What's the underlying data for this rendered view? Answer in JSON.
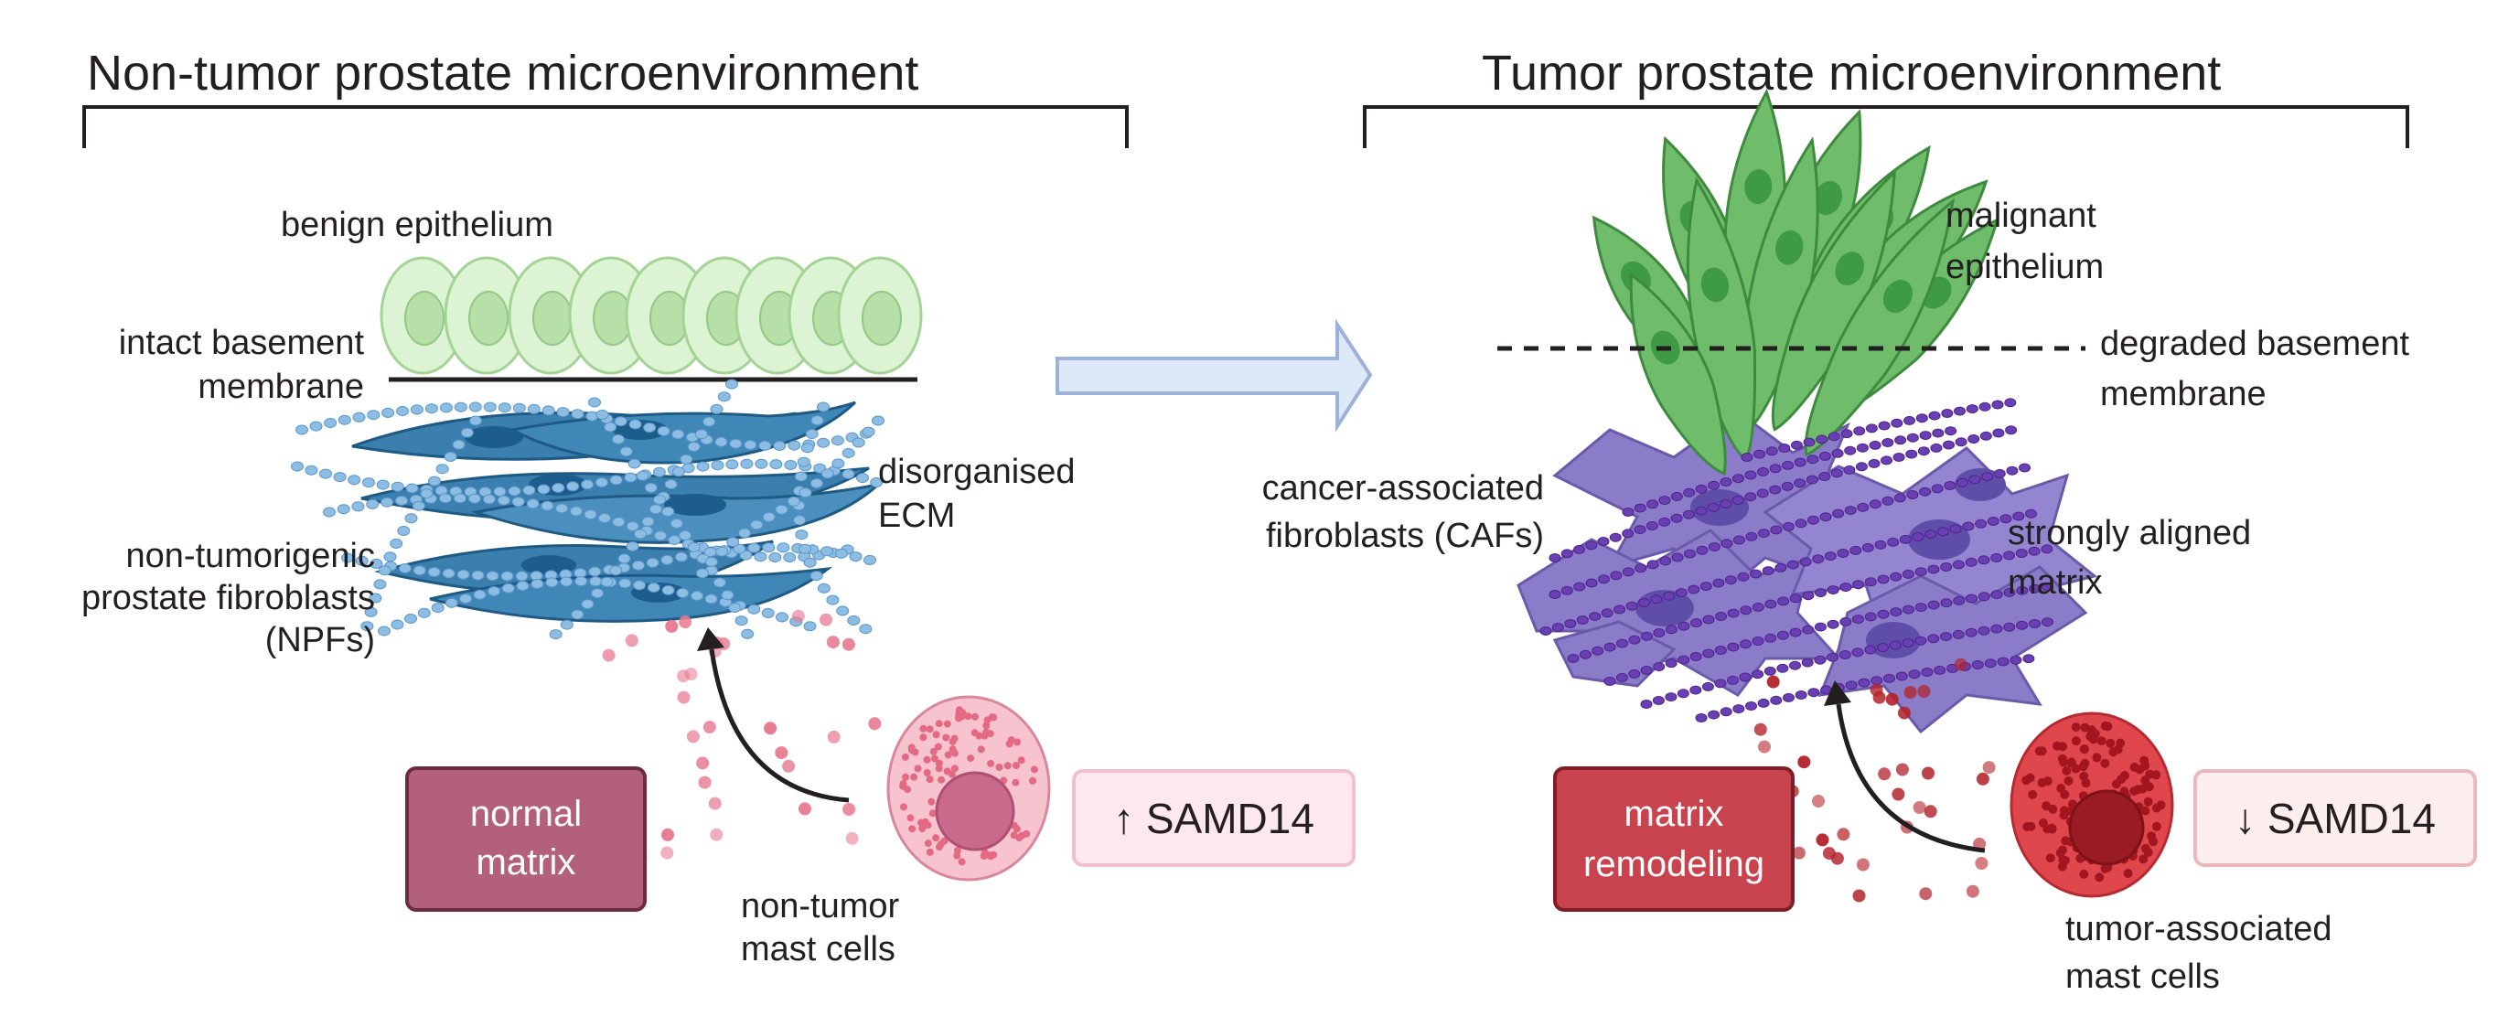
{
  "panels": {
    "left": {
      "title": "Non-tumor prostate microenvironment",
      "labels": {
        "epithelium": "benign epithelium",
        "membrane_1": "intact basement",
        "membrane_2": "membrane",
        "ecm_1": "disorganised",
        "ecm_2": "ECM",
        "fibro_1": "non-tumorigenic",
        "fibro_2": "prostate fibroblasts",
        "fibro_3": "(NPFs)",
        "mast_1": "non-tumor",
        "mast_2": "mast cells"
      },
      "matrix_box": {
        "line1": "normal",
        "line2": "matrix",
        "color": "#b3607a"
      },
      "samd_box": {
        "text": "↑ SAMD14",
        "color": "#fde8ef"
      }
    },
    "right": {
      "title": "Tumor prostate microenvironment",
      "labels": {
        "epithelium_1": "malignant",
        "epithelium_2": "epithelium",
        "membrane_1": "degraded basement",
        "membrane_2": "membrane",
        "caf_1": "cancer-associated",
        "caf_2": "fibroblasts (CAFs)",
        "matrix_1": "strongly aligned",
        "matrix_2": "matrix",
        "mast_1": "tumor-associated",
        "mast_2": "mast cells"
      },
      "matrix_box": {
        "line1": "matrix",
        "line2": "remodeling",
        "color": "#c9434f"
      },
      "samd_box": {
        "text": "↓ SAMD14",
        "color": "#fdeeee"
      }
    }
  },
  "colors": {
    "benign_epithelium": "#dcf3d4",
    "npf_fibroblast": "#3a7fae",
    "ecm_fiber": "#8ebde4",
    "malignant_epithelium": "#6fbd6b",
    "caf_fibroblast": "#8a7cc9",
    "aligned_matrix": "#5b2d9e",
    "non_tumor_mast": "#f3b8c6",
    "tumor_mast": "#d8323c",
    "transition_arrow": "#dde8f8"
  }
}
